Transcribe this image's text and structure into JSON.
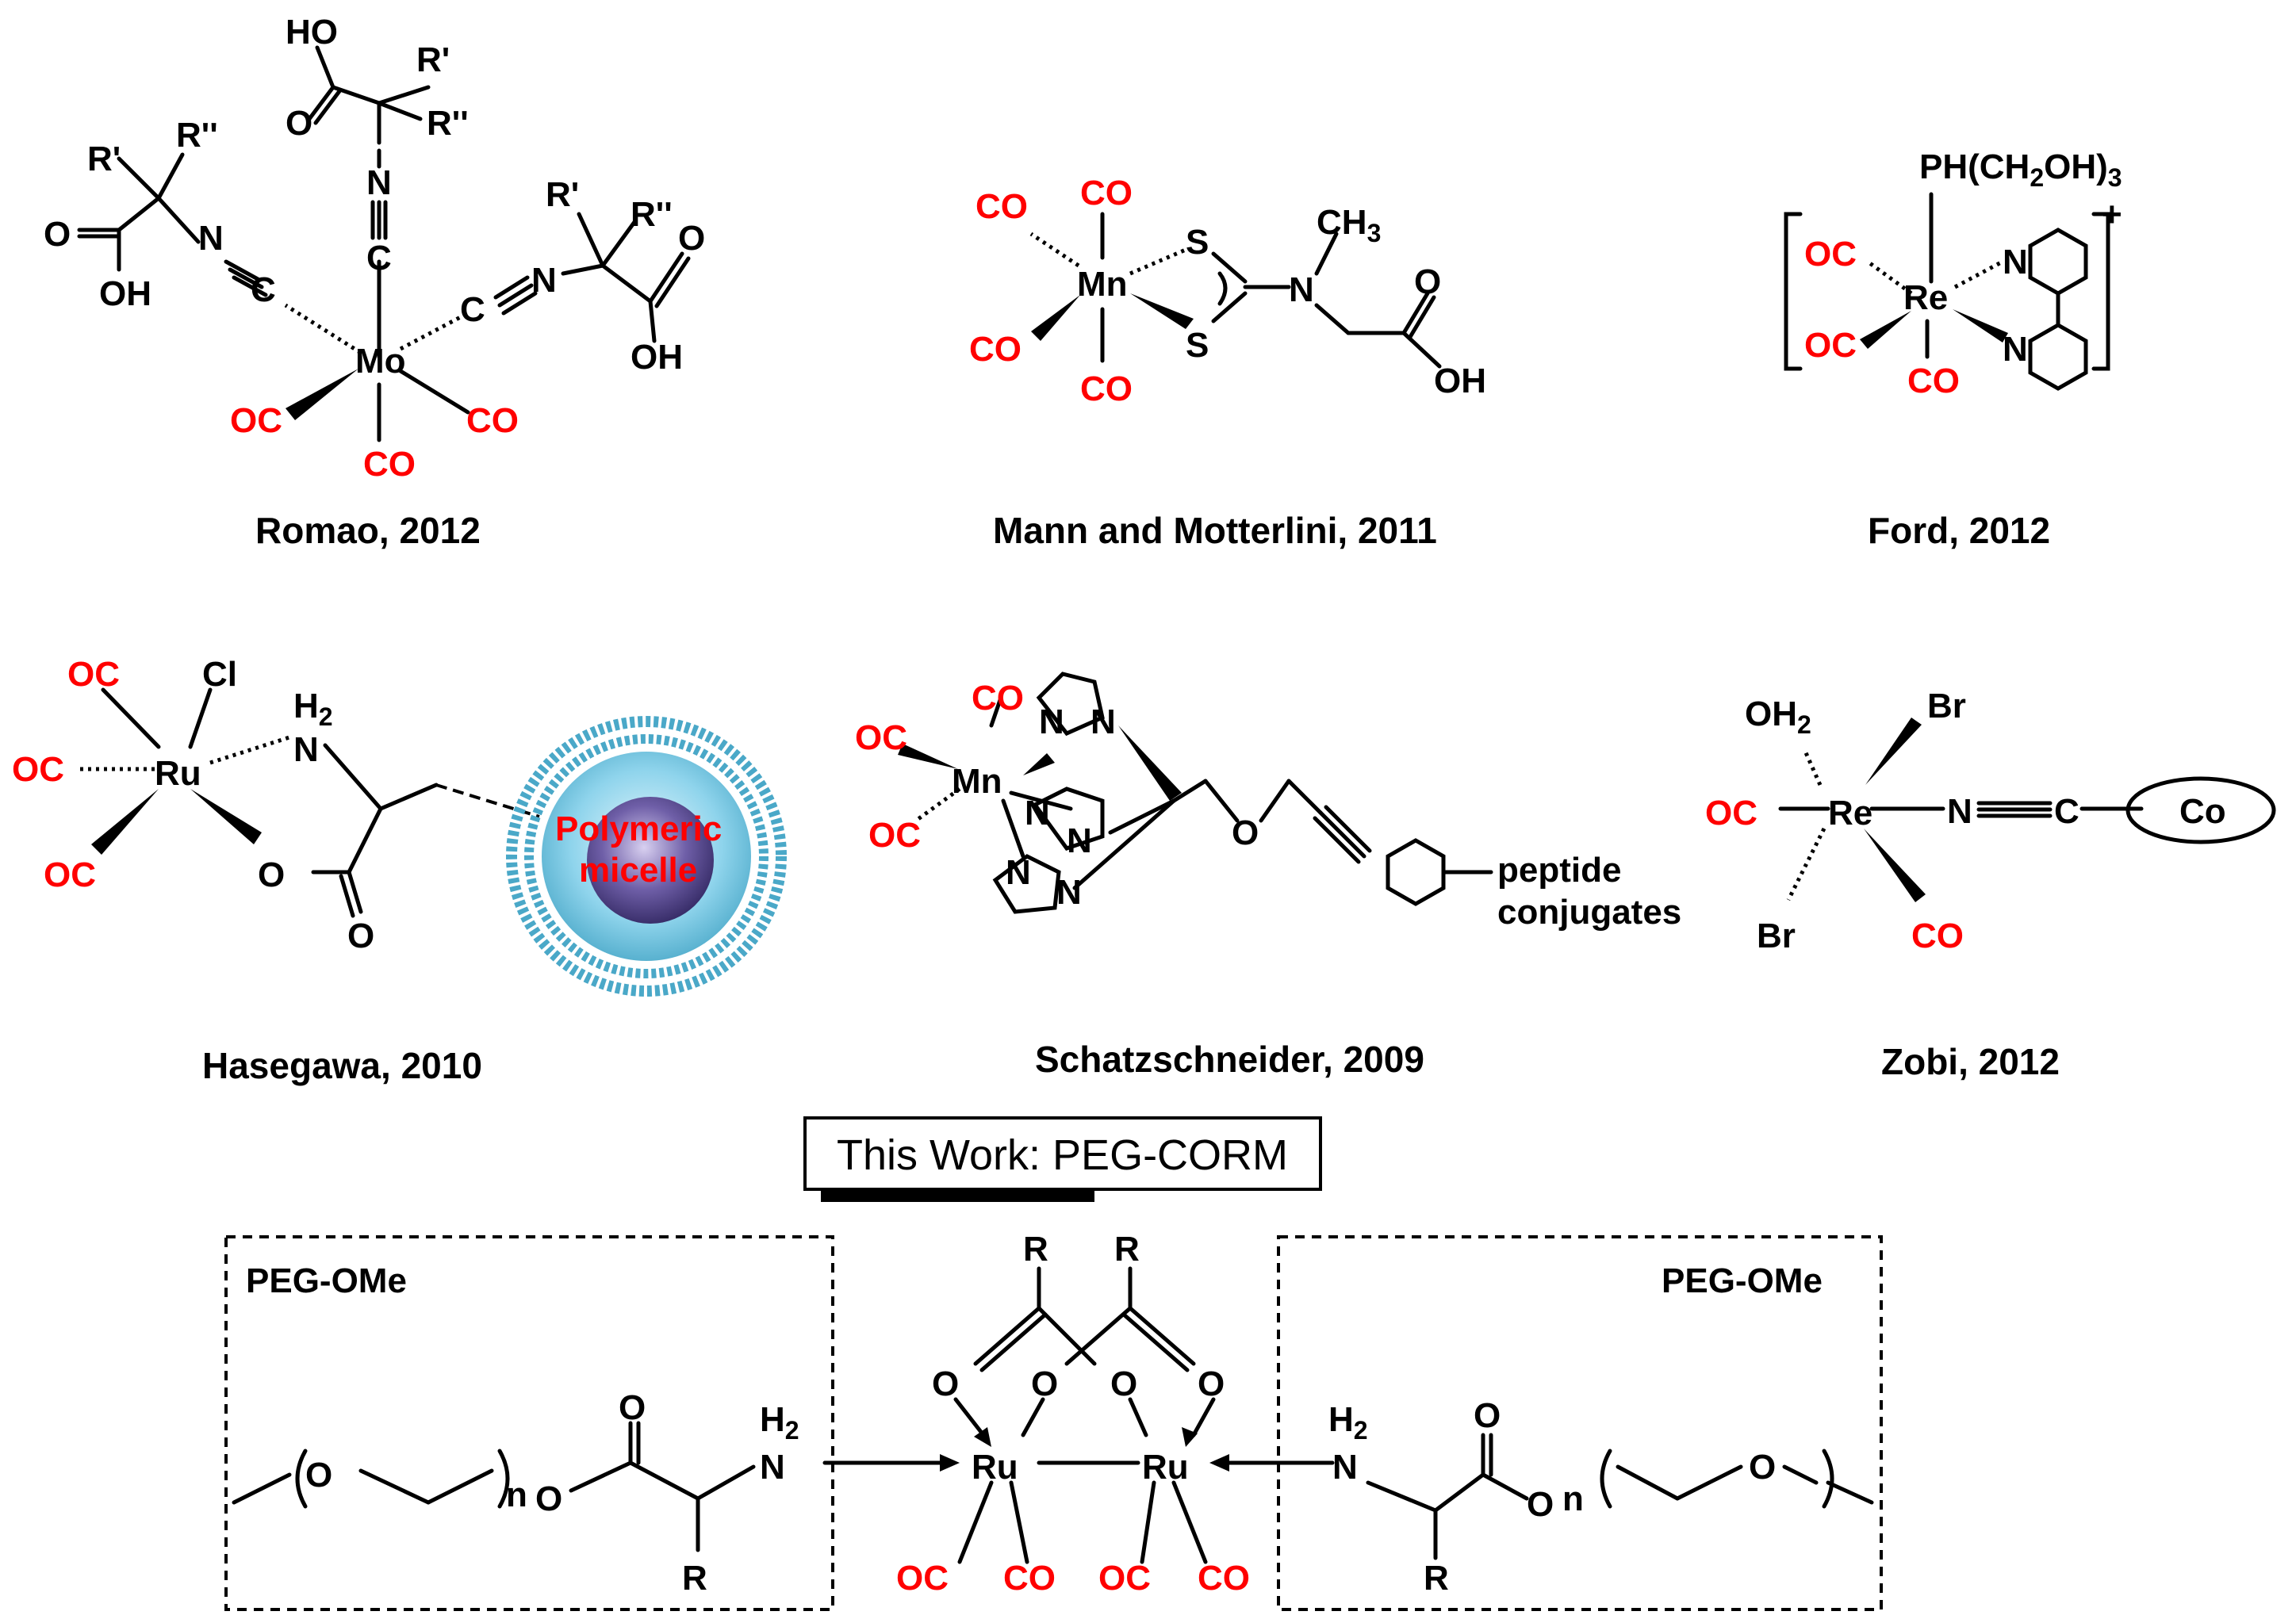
{
  "colors": {
    "carbonyl": "#ff0000",
    "ink": "#000000",
    "micelle_shell": "#4aa8c8",
    "micelle_core": "#3a2f6b"
  },
  "captions": {
    "romao": "Romao, 2012",
    "mann": "Mann and Motterlini, 2011",
    "ford": "Ford, 2012",
    "hasegawa": "Hasegawa, 2010",
    "schatz": "Schatzschneider, 2009",
    "zobi": "Zobi, 2012"
  },
  "this_work": "This Work: PEG-CORM",
  "labels": {
    "co": "CO",
    "oc": "OC",
    "mo": "Mo",
    "mn": "Mn",
    "re": "Re",
    "ru": "Ru",
    "ho": "HO",
    "oh": "OH",
    "o": "O",
    "n": "N",
    "c": "C",
    "s": "S",
    "cl": "Cl",
    "br": "Br",
    "r": "R",
    "r1": "R'",
    "r2": "R''",
    "h2": "H",
    "two": "2",
    "ch3": "CH",
    "three": "3",
    "oh2": "OH",
    "phos": "PH(CH",
    "phos_mid": "OH)",
    "phos_end": "3",
    "plus": "+",
    "micelle1": "Polymeric",
    "micelle2": "micelle",
    "pept1": "peptide",
    "pept2": "conjugates",
    "coball": "Co",
    "n_sub": "n",
    "peg_left": "PEG-OMe",
    "peg_right": "PEG-OMe"
  }
}
